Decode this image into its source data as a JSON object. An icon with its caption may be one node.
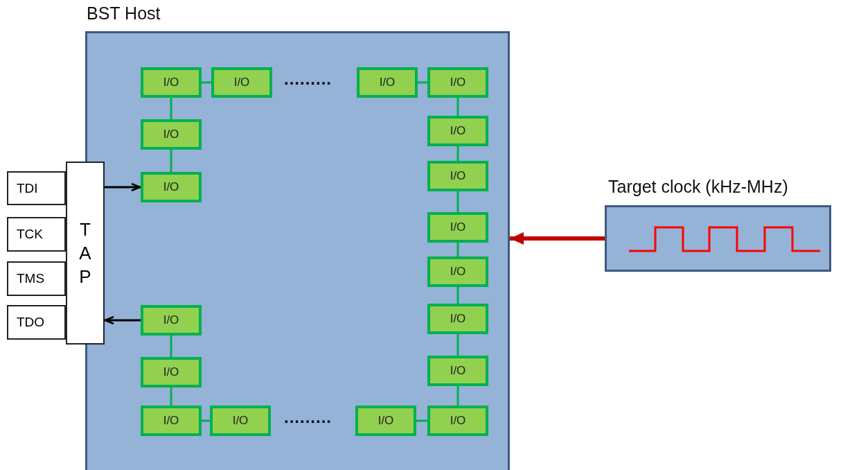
{
  "diagram": {
    "nodes": [
      {
        "text": [
          "BST Host"
        ]
      },
      {
        "text": [
          "I/O"
        ],
        "in": 0
      },
      {
        "text": [
          "I/O"
        ],
        "in": 0
      },
      {
        "text": [
          "I/O"
        ],
        "in": 0
      },
      {
        "text": [
          "I/O"
        ],
        "in": 0
      },
      {
        "text": [
          "I/O"
        ],
        "in": 0
      },
      {
        "text": [
          "I/O"
        ],
        "in": 0
      },
      {
        "text": [
          "I/O"
        ],
        "in": 0
      },
      {
        "text": [
          "I/O"
        ],
        "in": 0
      },
      {
        "text": [
          "I/O"
        ],
        "in": 0
      },
      {
        "text": [
          "I/O"
        ],
        "in": 0
      },
      {
        "text": [
          "I/O"
        ],
        "in": 0
      },
      {
        "text": [
          "I/O"
        ],
        "in": 0
      },
      {
        "text": [
          "I/O"
        ],
        "in": 0
      },
      {
        "text": [
          "I/O"
        ],
        "in": 0
      },
      {
        "text": [
          "I/O"
        ],
        "in": 0
      },
      {
        "text": [
          "I/O"
        ],
        "in": 0
      },
      {
        "text": [
          "I/O"
        ],
        "in": 0
      },
      {
        "text": [
          "I/O"
        ],
        "in": 0
      },
      {
        "text": [
          "TDI"
        ]
      },
      {
        "text": [
          "TCK"
        ]
      },
      {
        "text": [
          "TMS"
        ]
      },
      {
        "text": [
          "TDO"
        ]
      },
      {
        "text": [
          "TAP"
        ]
      },
      {
        "text": [
          "Target clock (kHz-MHz)"
        ]
      }
    ],
    "edges": [
      {
        "from": 1,
        "to": 2,
        "arrow": "none"
      },
      {
        "from": 3,
        "to": 4,
        "arrow": "none"
      },
      {
        "from": 1,
        "to": 5,
        "arrow": "none"
      },
      {
        "from": 5,
        "to": 6,
        "arrow": "none"
      },
      {
        "from": 4,
        "to": 7,
        "arrow": "none"
      },
      {
        "from": 7,
        "to": 8,
        "arrow": "none"
      },
      {
        "from": 8,
        "to": 9,
        "arrow": "none"
      },
      {
        "from": 9,
        "to": 10,
        "arrow": "none"
      },
      {
        "from": 10,
        "to": 11,
        "arrow": "none"
      },
      {
        "from": 11,
        "to": 12,
        "arrow": "none"
      },
      {
        "from": 12,
        "to": 18,
        "arrow": "none"
      },
      {
        "from": 13,
        "to": 14,
        "arrow": "none"
      },
      {
        "from": 14,
        "to": 15,
        "arrow": "none"
      },
      {
        "from": 15,
        "to": 16,
        "arrow": "none"
      },
      {
        "from": 17,
        "to": 18,
        "arrow": "none"
      },
      {
        "from": 23,
        "to": 6,
        "arrow": "to",
        "color": "#000000"
      },
      {
        "from": 13,
        "to": 23,
        "arrow": "to",
        "color": "#000000"
      },
      {
        "from": 24,
        "to": 0,
        "arrow": "to",
        "style": "thick",
        "color": "#c00000"
      }
    ],
    "labels": [
      ".........",
      "........."
    ]
  }
}
